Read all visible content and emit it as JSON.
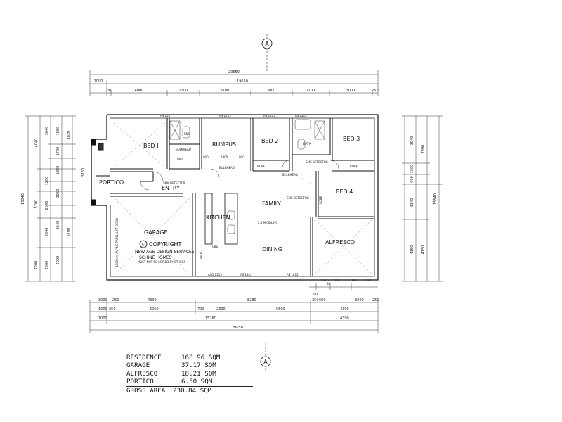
{
  "north_marker": "A",
  "south_marker": "A",
  "top_dims": {
    "overall": "20650",
    "inner": "19650",
    "left_offset": "1000",
    "row": [
      "250",
      "4000",
      "2300",
      "3700",
      "3000",
      "2700",
      "3000",
      "250"
    ]
  },
  "bottom_dims": {
    "row1": [
      "3000",
      "250",
      "4390",
      "8280",
      "90",
      "350",
      "600",
      "3200",
      "250"
    ],
    "row2": [
      "1000",
      "250",
      "6000",
      "700",
      "2300",
      "5600",
      "4390"
    ],
    "row3_left": "1000",
    "row3_mid": "15260",
    "row3_right": "4390",
    "overall": "20650",
    "extra": [
      "90",
      "1965",
      "250",
      "1965",
      "250"
    ]
  },
  "left_dims": {
    "overall": "15540",
    "outer": [
      "4040",
      "5700",
      "7200"
    ],
    "mid": [
      "3640",
      "1200",
      "3840",
      "2000",
      "2640"
    ],
    "inner": [
      "1880",
      "1700",
      "1830",
      "1950",
      "3640",
      "2000"
    ],
    "portico": [
      "1820",
      "3160",
      "5700"
    ]
  },
  "right_dims": {
    "overall": "15540",
    "outer": [
      "4150"
    ],
    "mid": [
      "3040",
      "1600",
      "900",
      "3140",
      "4150"
    ],
    "inner": [
      "7390"
    ]
  },
  "rooms": {
    "bed1": "BED I",
    "rumpus": "RUMPUS",
    "bed2": "BED 2",
    "bed3": "BED 3",
    "bed4": "BED 4",
    "portico": "PORTICO",
    "entry": "ENTRY",
    "garage": "GARAGE",
    "kitchen": "KITCHEN",
    "family": "FAMILY",
    "dining": "DINING",
    "alfresco": "ALFRESCO",
    "ceiling": "2.4 M CEILING",
    "ens": "ENS",
    "bath": "BATH",
    "wir": "WIR",
    "robe": "ROBE",
    "linen": "LINEN",
    "cbd": "CBD",
    "bulkhead": "BULKHEAD",
    "smk": "SMK DETECTOR"
  },
  "windows": {
    "top": [
      "AS 1207",
      "AS 1215",
      "AS 1215",
      "AS 1215"
    ],
    "bottom": [
      "ASD 2115",
      "AS 1812",
      "AS 1812"
    ],
    "rumpus_dims": [
      "900",
      "1900",
      "900"
    ],
    "garage_door": "4800mm ALPINE PANEL LIFT DOOR"
  },
  "copyright": {
    "title": "COPYRIGHT",
    "line1": "NEW AGE DESIGN SERVICES",
    "line2": "SCHINE HOMES",
    "line3": "MUST NOT BE COPIED BY OTHERS"
  },
  "areas": [
    {
      "label": "RESIDENCE",
      "value": "168.96 SQM"
    },
    {
      "label": "GARAGE",
      "value": "37.17 SQM"
    },
    {
      "label": "ALFRESCO",
      "value": "18.21 SQM"
    },
    {
      "label": "PORTICO",
      "value": "6.50 SQM"
    },
    {
      "label": "GROSS AREA",
      "value": "230.84 SQM"
    }
  ]
}
